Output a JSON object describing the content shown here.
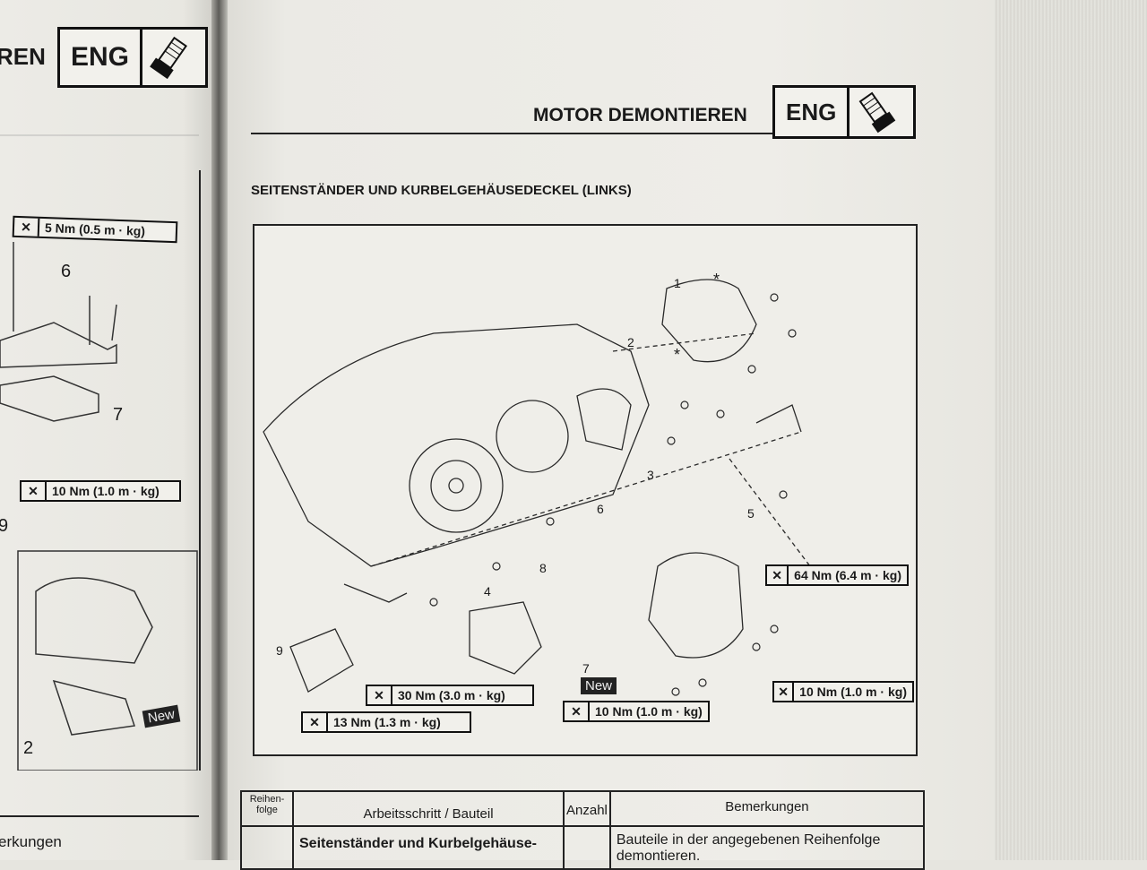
{
  "left_page": {
    "header_partial": "REN",
    "section_badge": "ENG",
    "torque_labels": [
      "5 Nm (0.5 m · kg)",
      "10 Nm (1.0 m · kg)"
    ],
    "part_numbers": [
      "6",
      "7",
      "9",
      "2"
    ],
    "new_badge": "New",
    "table_header_partial": "erkungen"
  },
  "right_page": {
    "title": "MOTOR DEMONTIEREN",
    "section_badge": "ENG",
    "section_heading": "SEITENSTÄNDER UND KURBELGEHÄUSEDECKEL (LINKS)",
    "diagram": {
      "part_numbers": [
        "1",
        "2",
        "3",
        "4",
        "5",
        "6",
        "7",
        "8",
        "9"
      ],
      "star_marks": [
        "*",
        "*"
      ],
      "new_badge": "New",
      "torque_labels": [
        "64 Nm (6.4 m · kg)",
        "30 Nm (3.0 m · kg)",
        "13 Nm (1.3 m · kg)",
        "10 Nm (1.0 m · kg)",
        "10 Nm (1.0 m · kg)"
      ]
    },
    "table": {
      "headers": {
        "order": "Reihen-folge",
        "step": "Arbeitsschritt / Bauteil",
        "count": "Anzahl",
        "remarks": "Bemerkungen"
      },
      "rows": [
        {
          "order": "",
          "step": "Seitenständer und Kurbelgehäuse-",
          "count": "",
          "remarks": "Bauteile in der angegebenen Reihenfolge demontieren."
        }
      ]
    }
  },
  "colors": {
    "paper": "#eeede8",
    "ink": "#1a1a1a",
    "gutter": "#5d5c58"
  }
}
